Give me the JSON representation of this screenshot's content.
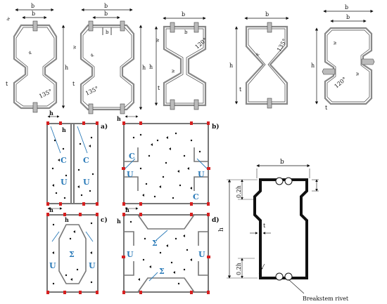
{
  "top_row": {
    "bf": "b",
    "b1": "b",
    "bw": "b",
    "bl": "b",
    "w1": "w",
    "w2": "w",
    "h_web": "h",
    "thickness": "t",
    "angle_135": "135°",
    "angle_120": "120°"
  },
  "panels": {
    "a": "a)",
    "b": "b)",
    "c": "c)",
    "d": "d)",
    "h1": "h",
    "h2": "h",
    "h3": "h",
    "C": "C",
    "U": "U",
    "Sigma": "Σ"
  },
  "detail": {
    "b": "b",
    "h": "h",
    "t": "t",
    "r": "r",
    "top_02h": "0.2h",
    "bot_02h": "0.2h",
    "rivet": "Breakstem rivet"
  },
  "colors": {
    "marker": "#d62020",
    "channel": "#2a7ab8",
    "steel": "#777777"
  }
}
